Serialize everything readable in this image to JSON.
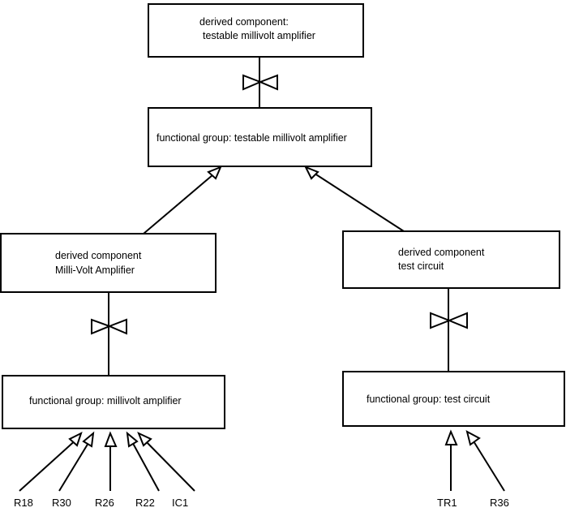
{
  "diagram": {
    "title": "testable millivolt amplifier derivation diagram",
    "background_color": "#ffffff",
    "line_color": "#000000",
    "nodes": {
      "top_derived_component": {
        "line1": "derived component:",
        "line2": "testable millivolt amplifier"
      },
      "top_functional_group": {
        "line1": "functional group: testable millivolt amplifier"
      },
      "left_derived_component": {
        "line1": "derived component",
        "line2": "Milli-Volt Amplifier"
      },
      "right_derived_component": {
        "line1": "derived component",
        "line2": "test circuit"
      },
      "left_functional_group": {
        "line1": "functional group: millivolt amplifier"
      },
      "right_functional_group": {
        "line1": "functional group: test circuit"
      }
    },
    "leaf_labels": {
      "left_group": [
        {
          "id": "r18",
          "label": "R18"
        },
        {
          "id": "r30",
          "label": "R30"
        },
        {
          "id": "r26",
          "label": "R26"
        },
        {
          "id": "r22",
          "label": "R22"
        },
        {
          "id": "ic1",
          "label": "IC1"
        }
      ],
      "right_group": [
        {
          "id": "tr1",
          "label": "TR1"
        },
        {
          "id": "r36",
          "label": "R36"
        }
      ]
    },
    "connector_icons": {
      "top": "bowtie-derivation-icon",
      "left": "bowtie-derivation-icon",
      "right": "bowtie-derivation-icon"
    }
  }
}
